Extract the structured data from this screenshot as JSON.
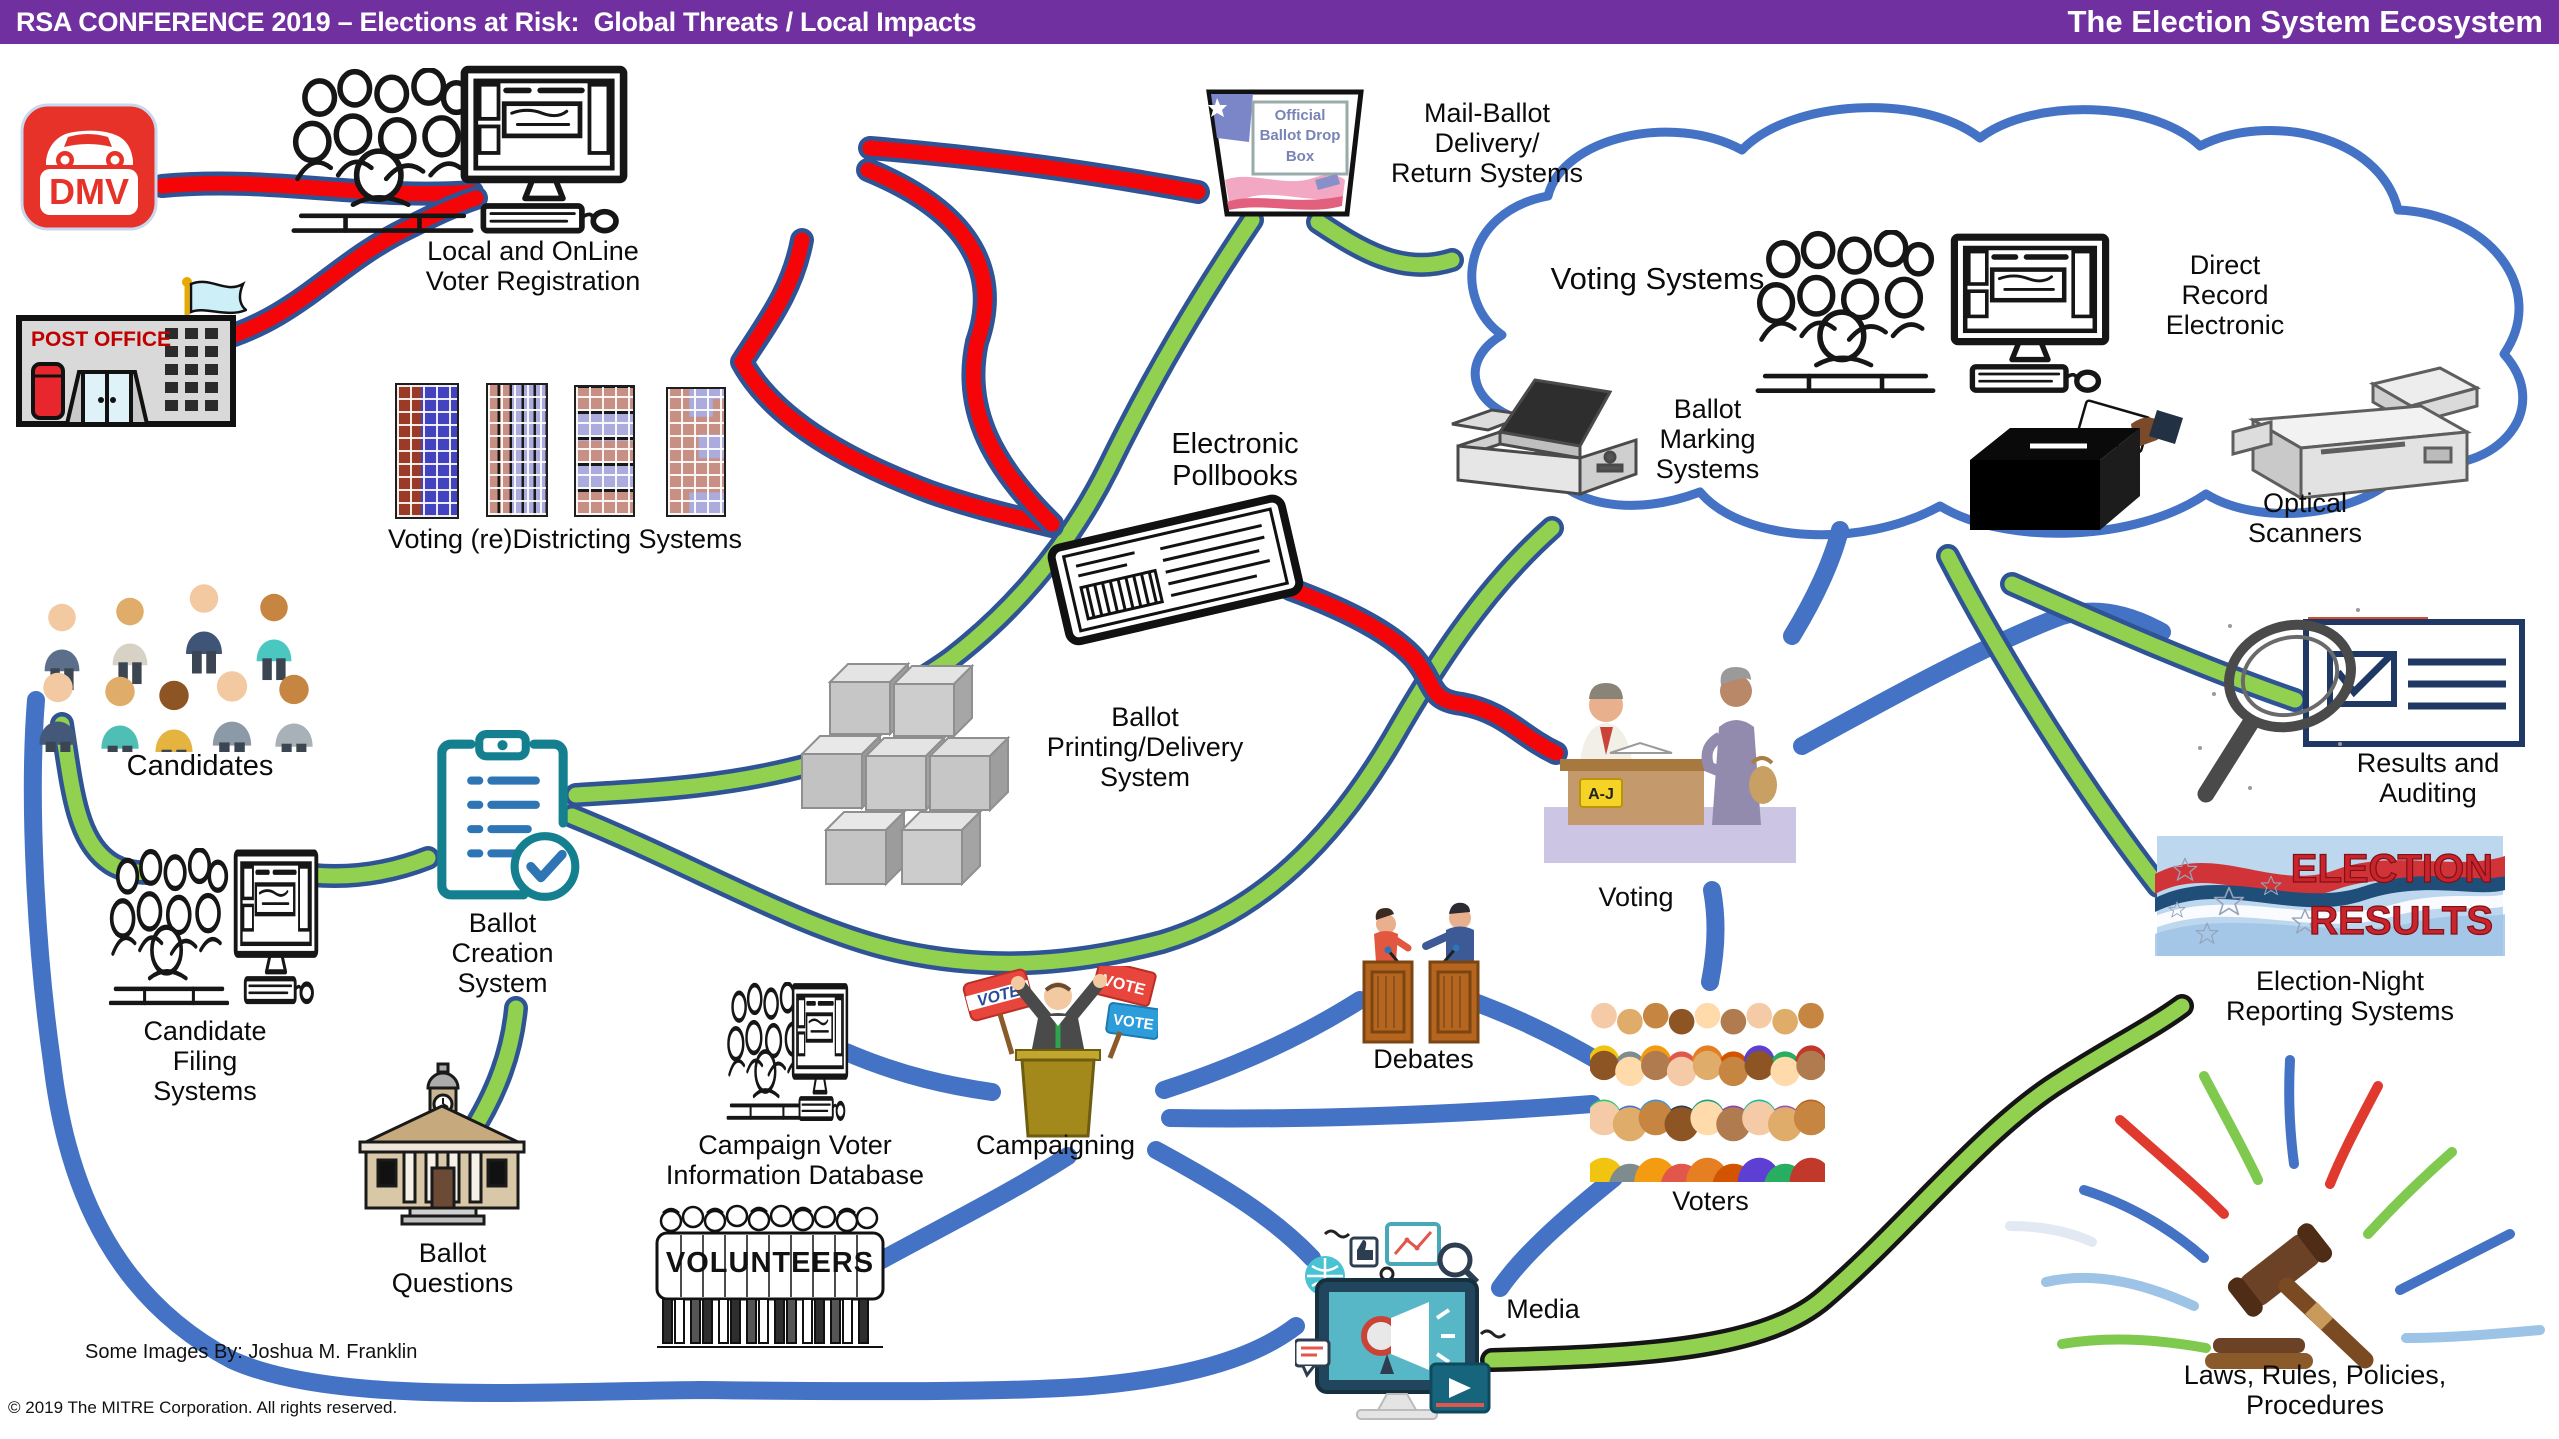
{
  "header": {
    "left": "RSA CONFERENCE 2019 – Elections at Risk:  Global Threats / Local Impacts",
    "right": "The Election System Ecosystem",
    "bg_color": "#7030A0"
  },
  "colors": {
    "line_red": "#F50508",
    "line_green": "#92D050",
    "line_blue": "#4472C4",
    "line_border_navy": "#2F5496",
    "cloud_outline": "#4472C4",
    "header_purple": "#7030A0",
    "post_office_sign": "#C00000",
    "dmv_red": "#E63228"
  },
  "nodes": {
    "dmv": {
      "label": "DMV"
    },
    "post_office": {
      "label": "POST OFFICE"
    },
    "voter_registration": {
      "label": "Local and OnLine\nVoter Registration"
    },
    "districting": {
      "label": "Voting (re)Districting Systems"
    },
    "mail_ballot": {
      "label": "Mail-Ballot\nDelivery/\nReturn Systems",
      "box_text": "Official\nBallot Drop\nBox"
    },
    "voting_systems": {
      "label": "Voting Systems"
    },
    "ballot_marking": {
      "label": "Ballot\nMarking\nSystems"
    },
    "dre": {
      "label": "Direct\nRecord\nElectronic"
    },
    "optical_scanners": {
      "label": "Optical\nScanners"
    },
    "electronic_pollbooks": {
      "label": "Electronic\nPollbooks"
    },
    "candidates": {
      "label": "Candidates"
    },
    "candidate_filing": {
      "label": "Candidate\nFiling\nSystems"
    },
    "ballot_creation": {
      "label": "Ballot\nCreation\nSystem"
    },
    "ballot_printing": {
      "label": "Ballot\nPrinting/Delivery\nSystem"
    },
    "ballot_questions": {
      "label": "Ballot\nQuestions"
    },
    "campaign_database": {
      "label": "Campaign Voter\nInformation Database"
    },
    "volunteers": {
      "label": "VOLUNTEERS"
    },
    "campaigning": {
      "label": "Campaigning",
      "sign_label": "VOTE"
    },
    "debates": {
      "label": "Debates"
    },
    "voting": {
      "label": "Voting",
      "sign": "A-J"
    },
    "voters": {
      "label": "Voters"
    },
    "media": {
      "label": "Media"
    },
    "results_auditing": {
      "label": "Results and\nAuditing"
    },
    "election_results": {
      "banner_line1": "ELECTION",
      "banner_line2": "RESULTS",
      "label": "Election-Night\nReporting Systems"
    },
    "laws": {
      "label": "Laws, Rules, Policies,\nProcedures"
    }
  },
  "footer": {
    "credit": "Some Images By: Joshua M. Franklin",
    "copyright": "© 2019 The MITRE Corporation. All rights reserved."
  }
}
